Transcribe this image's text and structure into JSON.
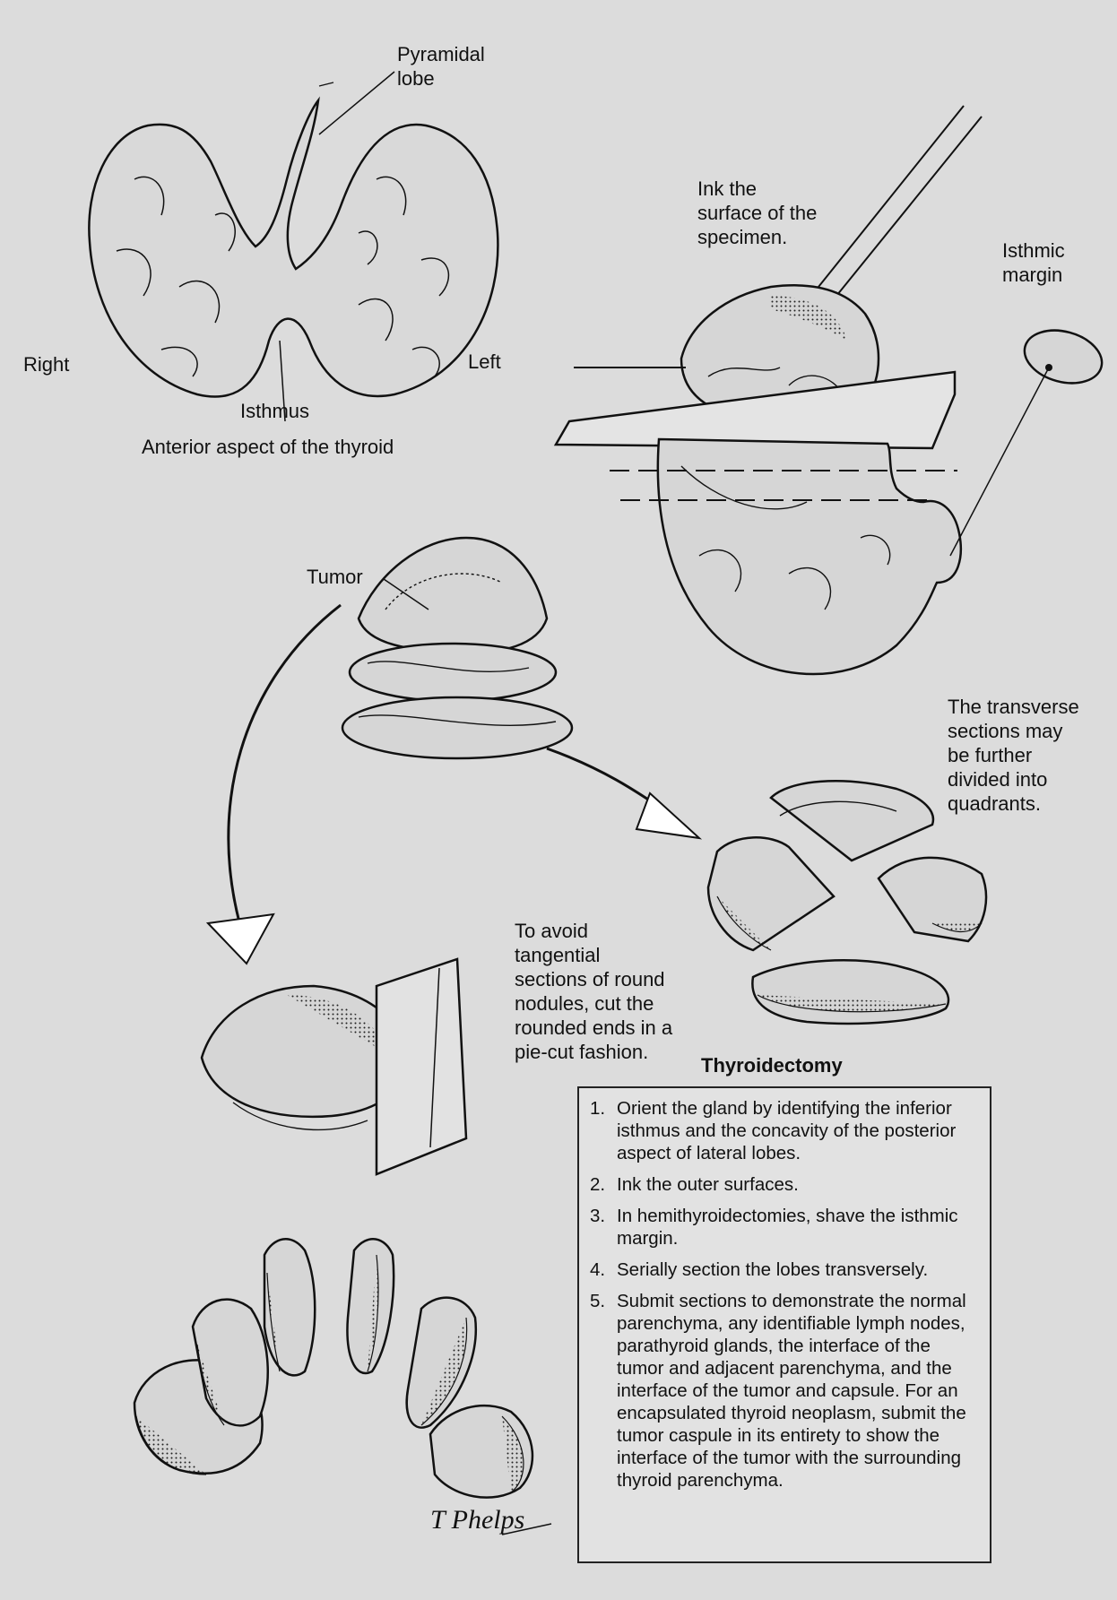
{
  "labels": {
    "pyramidal_lobe": "Pyramidal\nlobe",
    "right": "Right",
    "left": "Left",
    "isthmus": "Isthmus",
    "anterior_aspect": "Anterior aspect of the thyroid",
    "ink_surface": "Ink the\nsurface of the\nspecimen.",
    "isthmic_margin": "Isthmic\nmargin",
    "tumor": "Tumor",
    "transverse_sections": "The transverse\nsections may\nbe further\ndivided into\nquadrants.",
    "avoid_tangential": "To avoid\ntangential\nsections of round\nnodules, cut the\nrounded ends in a\npie-cut fashion."
  },
  "procedure": {
    "title": "Thyroidectomy",
    "steps": [
      {
        "num": "1.",
        "text": "Orient the gland by identifying the inferior isthmus and the concavity of the posterior aspect of lateral lobes."
      },
      {
        "num": "2.",
        "text": "Ink the outer surfaces."
      },
      {
        "num": "3.",
        "text": "In hemithyroidectomies, shave the isthmic margin."
      },
      {
        "num": "4.",
        "text": "Serially section the lobes transversely."
      },
      {
        "num": "5.",
        "text": "Submit sections to demonstrate the normal parenchyma, any identifiable lymph nodes, parathyroid glands, the interface of the tumor and adjacent parenchyma, and the interface of the tumor and capsule. For an encapsulated thyroid neoplasm, submit the tumor caspule in its entirety to show the interface of the tumor with the surrounding thyroid parenchyma."
      }
    ]
  },
  "signature": "T Phelps",
  "colors": {
    "background": "#dcdcdc",
    "line": "#111111",
    "tissue": "#d6d6d6"
  }
}
